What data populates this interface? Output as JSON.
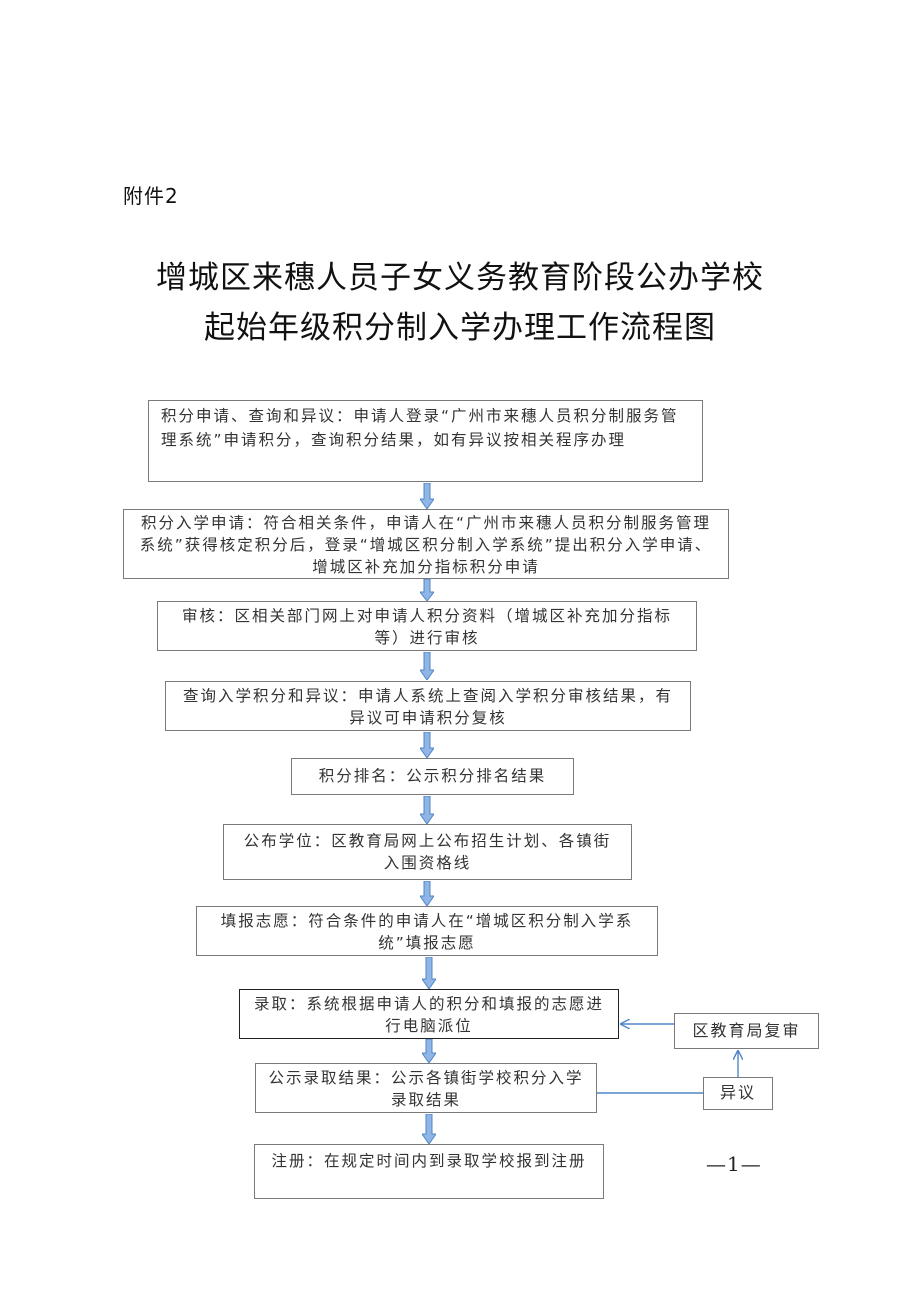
{
  "attachment_label": "附件2",
  "title_line1": "增城区来穗人员子女义务教育阶段公办学校",
  "title_line2": "起始年级积分制入学办理工作流程图",
  "steps": [
    "积分申请、查询和异议：申请人登录“广州市来穗人员积分制服务管理系统”申请积分，查询积分结果，如有异议按相关程序办理",
    "积分入学申请：符合相关条件，申请人在“广州市来穗人员积分制服务管理系统”获得核定积分后，登录“增城区积分制入学系统”提出积分入学申请、增城区补充加分指标积分申请",
    "审核：区相关部门网上对申请人积分资料（增城区补充加分指标等）进行审核",
    "查询入学积分和异议：申请人系统上查阅入学积分审核结果，有异议可申请积分复核",
    "积分排名：公示积分排名结果",
    "公布学位：区教育局网上公布招生计划、各镇街入围资格线",
    "填报志愿：符合条件的申请人在“增城区积分制入学系统”填报志愿",
    "录取：系统根据申请人的积分和填报的志愿进行电脑派位",
    "公示录取结果：公示各镇街学校积分入学录取结果",
    "注册：在规定时间内到录取学校报到注册"
  ],
  "side_boxes": {
    "review": "区教育局复审",
    "objection": "异议"
  },
  "page_number": "—1—",
  "colors": {
    "arrow": "#6f9fd8",
    "connector": "#4f86c6"
  }
}
